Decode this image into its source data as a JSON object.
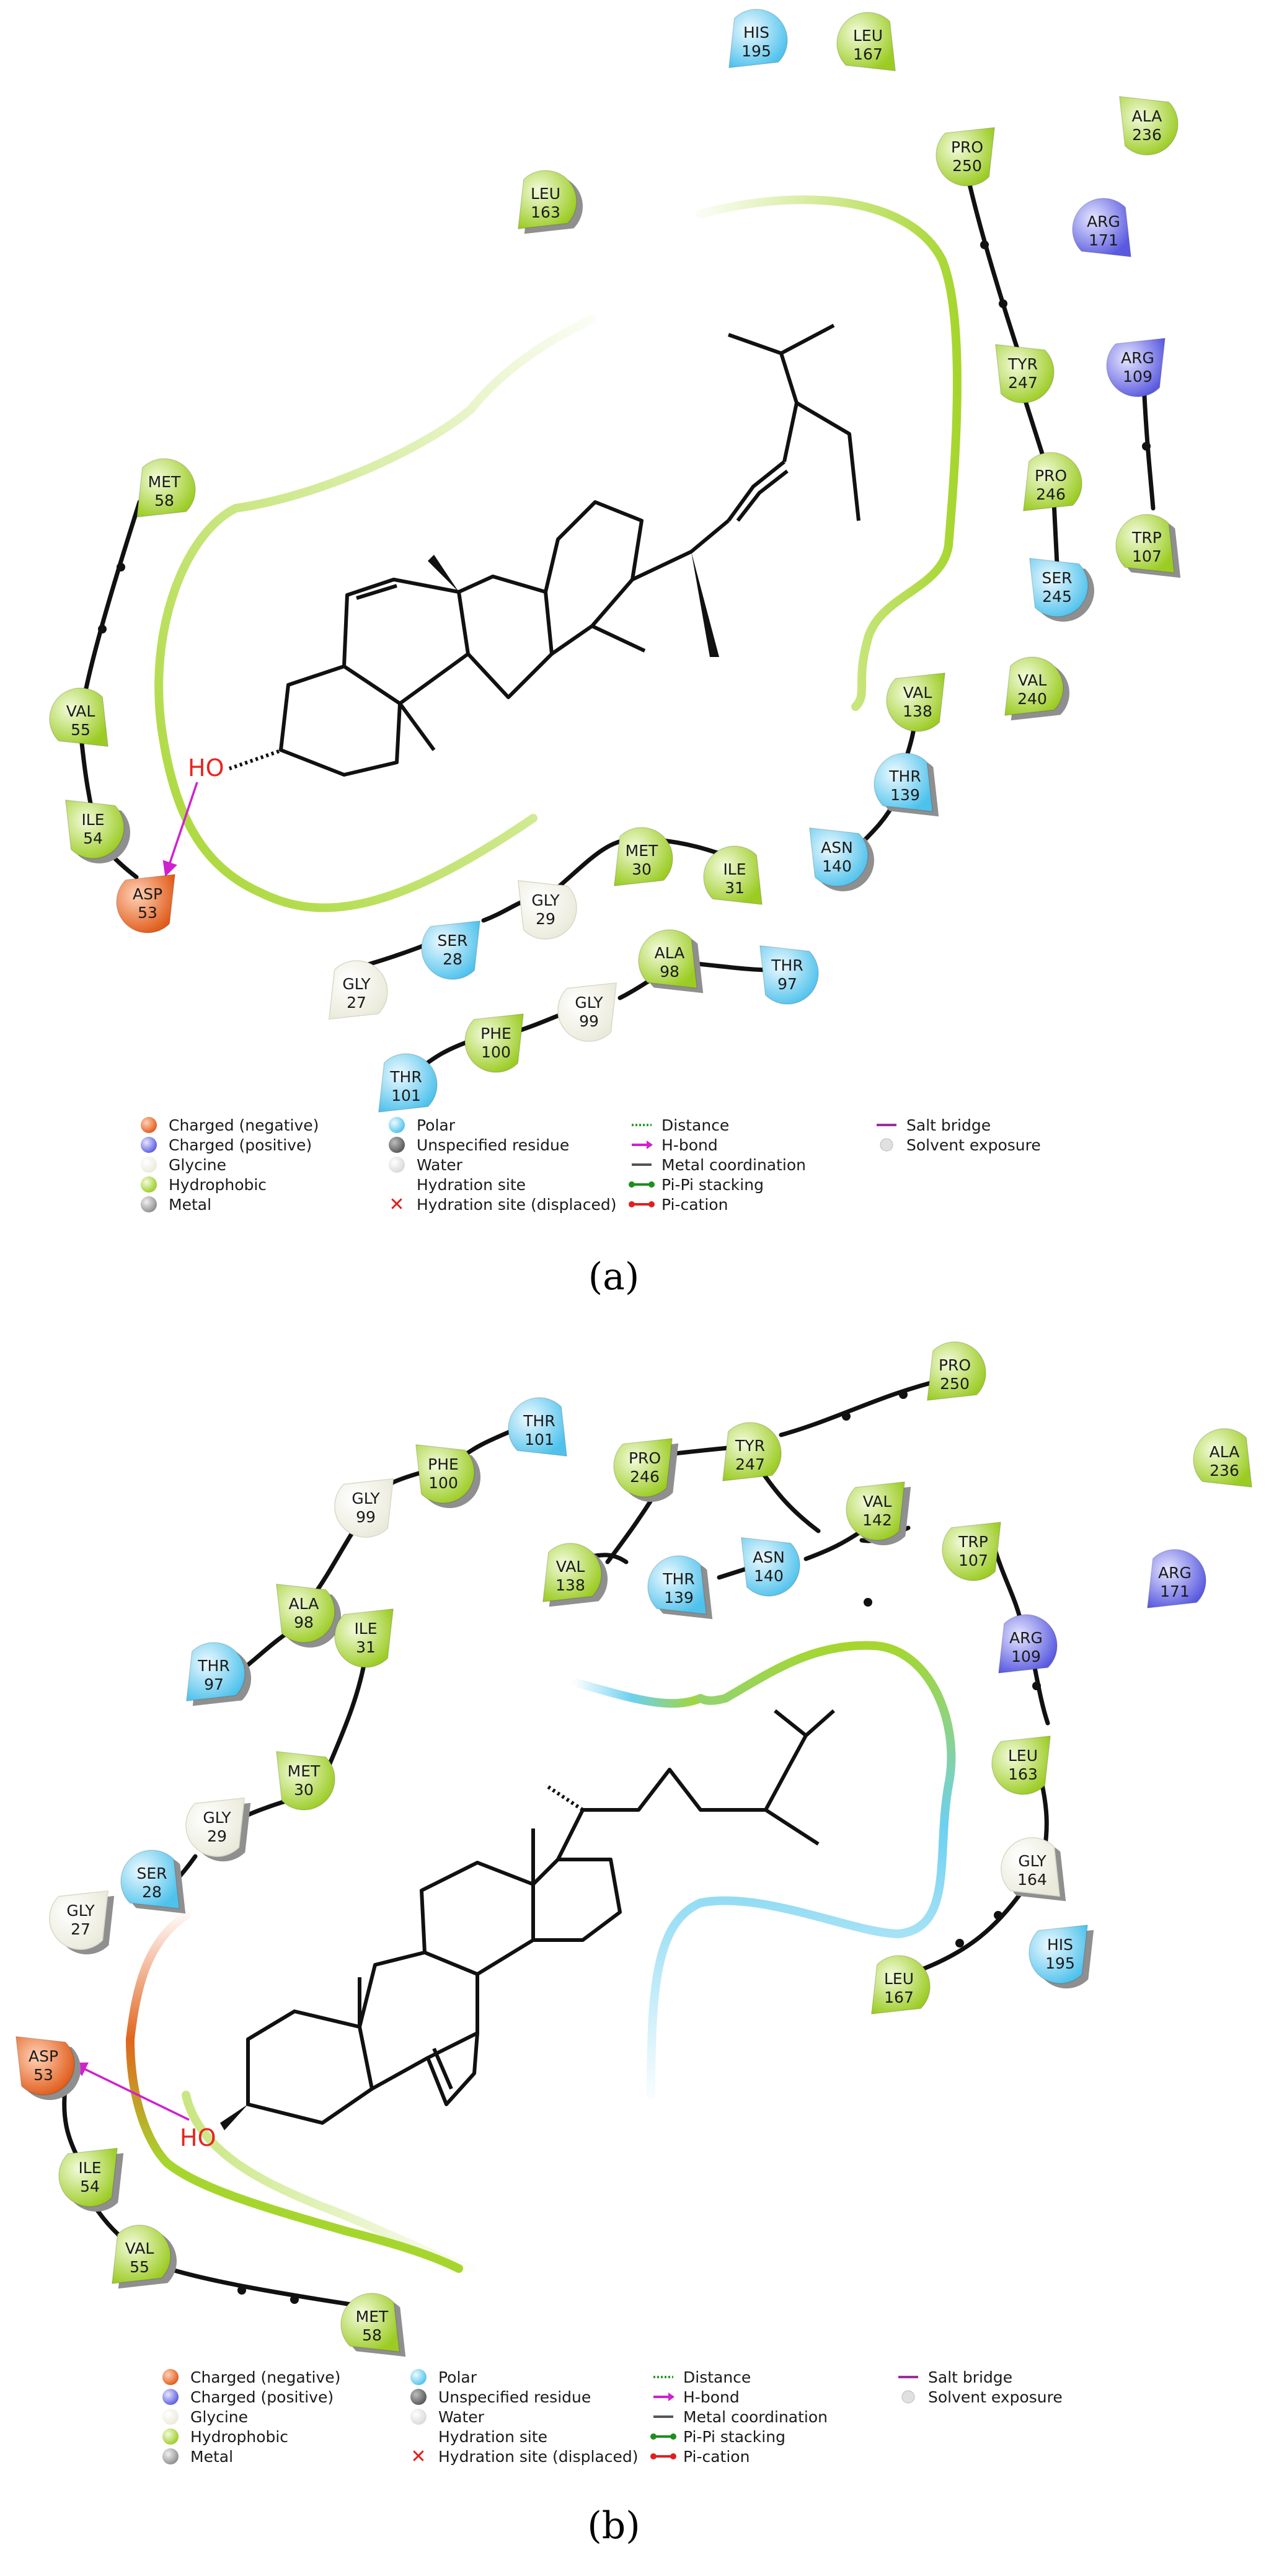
{
  "panels": [
    {
      "id": "a",
      "caption": "(a)",
      "ligand_label": "HO",
      "residues": [
        {
          "name": "HIS",
          "num": "195",
          "type": "polar"
        },
        {
          "name": "LEU",
          "num": "167",
          "type": "hydrophobic"
        },
        {
          "name": "ALA",
          "num": "236",
          "type": "hydrophobic"
        },
        {
          "name": "PRO",
          "num": "250",
          "type": "hydrophobic"
        },
        {
          "name": "LEU",
          "num": "163",
          "type": "hydrophobic"
        },
        {
          "name": "ARG",
          "num": "171",
          "type": "positive"
        },
        {
          "name": "TYR",
          "num": "247",
          "type": "hydrophobic"
        },
        {
          "name": "ARG",
          "num": "109",
          "type": "positive"
        },
        {
          "name": "PRO",
          "num": "246",
          "type": "hydrophobic"
        },
        {
          "name": "TRP",
          "num": "107",
          "type": "hydrophobic"
        },
        {
          "name": "SER",
          "num": "245",
          "type": "polar"
        },
        {
          "name": "MET",
          "num": "58",
          "type": "hydrophobic"
        },
        {
          "name": "VAL",
          "num": "55",
          "type": "hydrophobic"
        },
        {
          "name": "ILE",
          "num": "54",
          "type": "hydrophobic"
        },
        {
          "name": "ASP",
          "num": "53",
          "type": "negative"
        },
        {
          "name": "VAL",
          "num": "138",
          "type": "hydrophobic"
        },
        {
          "name": "VAL",
          "num": "240",
          "type": "hydrophobic"
        },
        {
          "name": "THR",
          "num": "139",
          "type": "polar"
        },
        {
          "name": "ASN",
          "num": "140",
          "type": "polar"
        },
        {
          "name": "MET",
          "num": "30",
          "type": "hydrophobic"
        },
        {
          "name": "ILE",
          "num": "31",
          "type": "hydrophobic"
        },
        {
          "name": "GLY",
          "num": "29",
          "type": "glycine"
        },
        {
          "name": "SER",
          "num": "28",
          "type": "polar"
        },
        {
          "name": "GLY",
          "num": "27",
          "type": "glycine"
        },
        {
          "name": "ALA",
          "num": "98",
          "type": "hydrophobic"
        },
        {
          "name": "THR",
          "num": "97",
          "type": "polar"
        },
        {
          "name": "GLY",
          "num": "99",
          "type": "glycine"
        },
        {
          "name": "PHE",
          "num": "100",
          "type": "hydrophobic"
        },
        {
          "name": "THR",
          "num": "101",
          "type": "polar"
        }
      ]
    },
    {
      "id": "b",
      "caption": "(b)",
      "ligand_label": "HO",
      "residues": [
        {
          "name": "PRO",
          "num": "250",
          "type": "hydrophobic"
        },
        {
          "name": "THR",
          "num": "101",
          "type": "polar"
        },
        {
          "name": "PHE",
          "num": "100",
          "type": "hydrophobic"
        },
        {
          "name": "PRO",
          "num": "246",
          "type": "hydrophobic"
        },
        {
          "name": "TYR",
          "num": "247",
          "type": "hydrophobic"
        },
        {
          "name": "ALA",
          "num": "236",
          "type": "hydrophobic"
        },
        {
          "name": "GLY",
          "num": "99",
          "type": "glycine"
        },
        {
          "name": "VAL",
          "num": "142",
          "type": "hydrophobic"
        },
        {
          "name": "VAL",
          "num": "138",
          "type": "hydrophobic"
        },
        {
          "name": "THR",
          "num": "139",
          "type": "polar"
        },
        {
          "name": "ASN",
          "num": "140",
          "type": "polar"
        },
        {
          "name": "TRP",
          "num": "107",
          "type": "hydrophobic"
        },
        {
          "name": "ARG",
          "num": "171",
          "type": "positive"
        },
        {
          "name": "ALA",
          "num": "98",
          "type": "hydrophobic"
        },
        {
          "name": "ILE",
          "num": "31",
          "type": "hydrophobic"
        },
        {
          "name": "THR",
          "num": "97",
          "type": "polar"
        },
        {
          "name": "ARG",
          "num": "109",
          "type": "positive"
        },
        {
          "name": "MET",
          "num": "30",
          "type": "hydrophobic"
        },
        {
          "name": "GLY",
          "num": "29",
          "type": "glycine"
        },
        {
          "name": "LEU",
          "num": "163",
          "type": "hydrophobic"
        },
        {
          "name": "SER",
          "num": "28",
          "type": "polar"
        },
        {
          "name": "GLY",
          "num": "164",
          "type": "glycine"
        },
        {
          "name": "GLY",
          "num": "27",
          "type": "glycine"
        },
        {
          "name": "HIS",
          "num": "195",
          "type": "polar"
        },
        {
          "name": "LEU",
          "num": "167",
          "type": "hydrophobic"
        },
        {
          "name": "ASP",
          "num": "53",
          "type": "negative"
        },
        {
          "name": "ILE",
          "num": "54",
          "type": "hydrophobic"
        },
        {
          "name": "VAL",
          "num": "55",
          "type": "hydrophobic"
        },
        {
          "name": "MET",
          "num": "58",
          "type": "hydrophobic"
        }
      ]
    }
  ],
  "legend": {
    "residue_types": [
      {
        "label": "Charged (negative)",
        "color": "#e8672a"
      },
      {
        "label": "Charged (positive)",
        "color": "#6c6ce6"
      },
      {
        "label": "Glycine",
        "color": "#f6f6e9"
      },
      {
        "label": "Hydrophobic",
        "color": "#a6d62e"
      },
      {
        "label": "Metal",
        "color": "#9a9a9a"
      }
    ],
    "other_types": [
      {
        "label": "Polar",
        "color": "#6dd0f0"
      },
      {
        "label": "Unspecified residue",
        "color": "#8a8a8a"
      },
      {
        "label": "Water",
        "color": "#e8e8e8"
      },
      {
        "label": "Hydration site",
        "color": ""
      },
      {
        "label": "Hydration site (displaced)",
        "color": "#e02020"
      }
    ],
    "interactions": [
      {
        "label": "Distance",
        "color": "#2ca02c"
      },
      {
        "label": "H-bond",
        "color": "#d020d0"
      },
      {
        "label": "Metal coordination",
        "color": "#555555"
      },
      {
        "label": "Pi-Pi stacking",
        "color": "#1d8f1d"
      },
      {
        "label": "Pi-cation",
        "color": "#e02020"
      }
    ],
    "misc": [
      {
        "label": "Salt bridge",
        "color": "#9b2f9b"
      },
      {
        "label": "Solvent exposure",
        "color": "#cfcfcf"
      }
    ]
  },
  "colors": {
    "hydrophobic": "#a6d62e",
    "polar": "#6dd0f0",
    "positive": "#6c6ce6",
    "negative": "#e8672a",
    "glycine": "#f6f6e9",
    "pocket": "#a6d62e",
    "hbond": "#d020d0"
  }
}
